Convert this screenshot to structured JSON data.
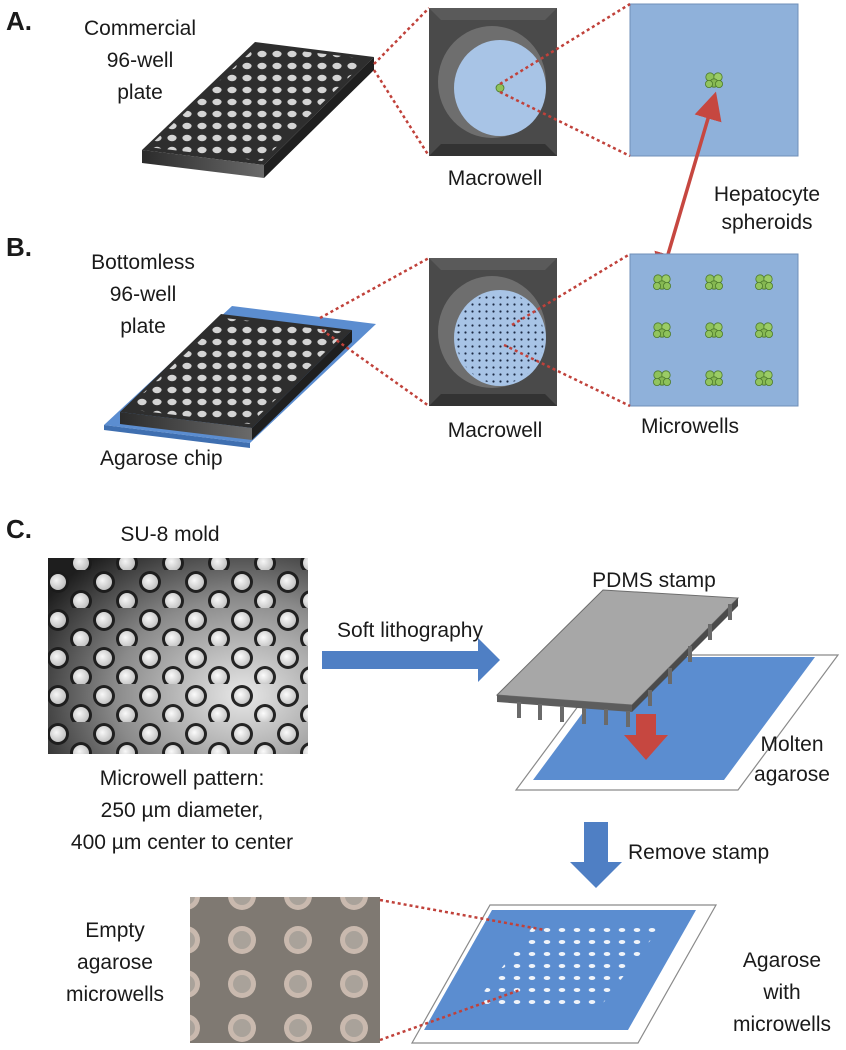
{
  "panel_a": {
    "letter": "A.",
    "plate_label": [
      "Commercial",
      "96-well",
      "plate"
    ],
    "macrowell_label": "Macrowell"
  },
  "panel_b": {
    "letter": "B.",
    "plate_label": [
      "Bottomless",
      "96-well",
      "plate"
    ],
    "chip_label": "Agarose chip",
    "macrowell_label": "Macrowell",
    "microwells_label": "Microwells"
  },
  "shared": {
    "spheroids_label": [
      "Hepatocyte",
      "spheroids"
    ]
  },
  "panel_c": {
    "letter": "C.",
    "mold_label": "SU-8 mold",
    "pattern_label": [
      "Microwell pattern:",
      "250 µm diameter,",
      "400 µm center to center"
    ],
    "step1_label": "Soft lithography",
    "stamp_label": "PDMS stamp",
    "molten_label": [
      "Molten",
      "agarose"
    ],
    "step2_label": "Remove stamp",
    "empty_label": [
      "Empty",
      "agarose",
      "microwells"
    ],
    "final_label": [
      "Agarose",
      "with",
      "microwells"
    ]
  },
  "colors": {
    "plate_dark": "#3a3a3a",
    "agarose_blue": "#5b8dd0",
    "panel_blue": "#8fb1da",
    "arrow_blue": "#4f7fc4",
    "arrow_red": "#c64740",
    "dotted_red": "#c0413a",
    "spheroid_green": "#8ec25a"
  }
}
